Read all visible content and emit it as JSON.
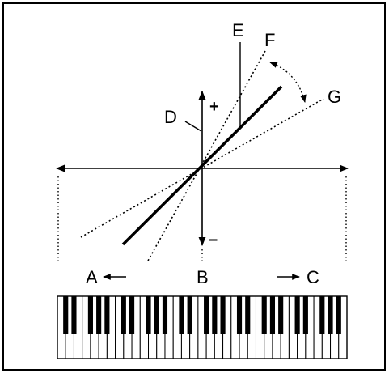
{
  "labels": {
    "a": "A",
    "b": "B",
    "c": "C",
    "d": "D",
    "e": "E",
    "f": "F",
    "g": "G",
    "plus": "+",
    "minus": "–"
  },
  "keyboard": {
    "white_keys": 35
  }
}
